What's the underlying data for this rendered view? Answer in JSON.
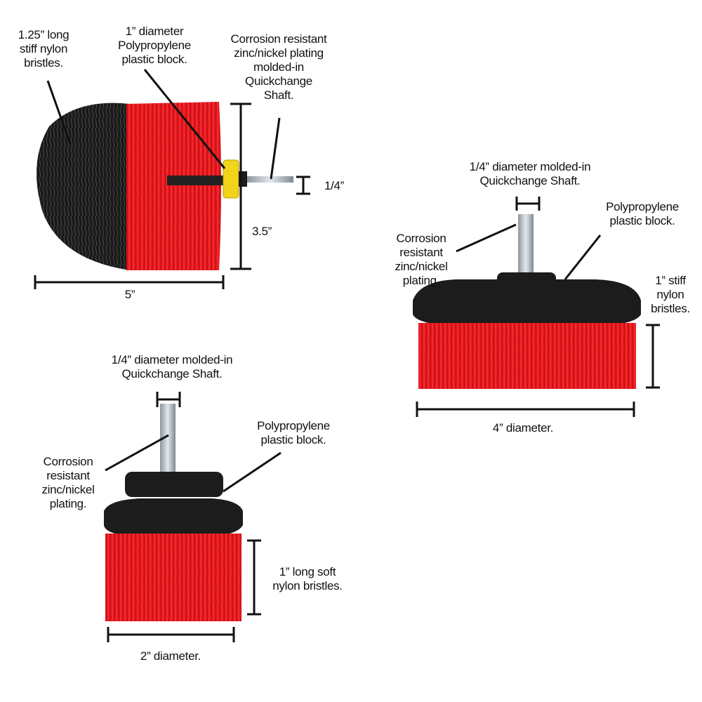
{
  "brush_large_round": {
    "bristle_label": [
      "1.25” long",
      "stiff nylon",
      "bristles."
    ],
    "block_label": [
      "1” diameter",
      "Polypropylene",
      "plastic block."
    ],
    "shaft_label": [
      "Corrosion resistant",
      "zinc/nickel plating",
      "molded-in",
      "Quickchange",
      "Shaft."
    ],
    "shaft_dim": "1/4”",
    "height_dim": "3.5”",
    "width_dim": "5”"
  },
  "brush_4in_flat": {
    "shaft_label": [
      "1/4” diameter molded-in",
      "Quickchange Shaft."
    ],
    "block_label": [
      "Polypropylene",
      "plastic block."
    ],
    "plating_label": [
      "Corrosion",
      "resistant",
      "zinc/nickel",
      "plating."
    ],
    "bristle_label": [
      "1” stiff",
      "nylon",
      "bristles."
    ],
    "diameter_dim": "4” diameter."
  },
  "brush_2in": {
    "shaft_label": [
      "1/4” diameter molded-in",
      "Quickchange Shaft."
    ],
    "block_label": [
      "Polypropylene",
      "plastic block."
    ],
    "plating_label": [
      "Corrosion",
      "resistant",
      "zinc/nickel",
      "plating."
    ],
    "bristle_label": [
      "1” long soft",
      "nylon bristles."
    ],
    "diameter_dim": "2” diameter."
  },
  "colors": {
    "bristle_red": "#e8171d",
    "bristle_black": "#1a1a1a",
    "block_black": "#1c1c1c",
    "block_yellow": "#f2d51a",
    "shaft_steel": "#b9c3cc"
  }
}
